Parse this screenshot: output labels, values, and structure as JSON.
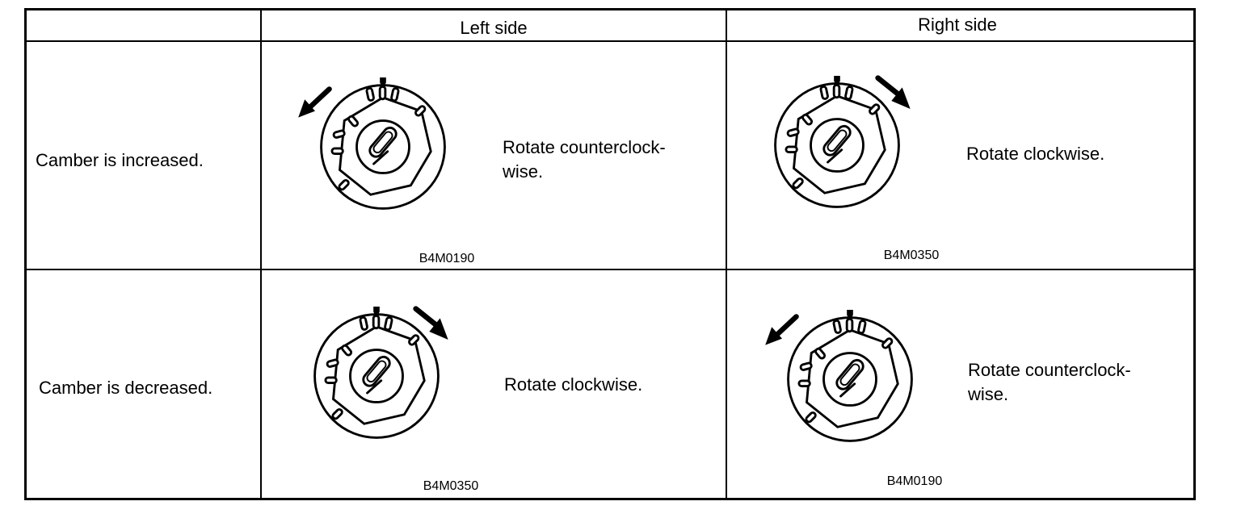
{
  "headers": {
    "left": "Left side",
    "right": "Right side"
  },
  "rows": [
    {
      "label": "Camber is increased.",
      "left": {
        "line1": "Rotate counterclock-",
        "line2": "wise.",
        "code": "B4M0190",
        "direction": "counterclockwise"
      },
      "right": {
        "line1": "Rotate clockwise.",
        "line2": "",
        "code": "B4M0350",
        "direction": "clockwise"
      }
    },
    {
      "label": "Camber is decreased.",
      "left": {
        "line1": "Rotate clockwise.",
        "line2": "",
        "code": "B4M0350",
        "direction": "clockwise"
      },
      "right": {
        "line1": "Rotate counterclock-",
        "line2": "wise.",
        "code": "B4M0190",
        "direction": "counterclockwise"
      }
    }
  ]
}
